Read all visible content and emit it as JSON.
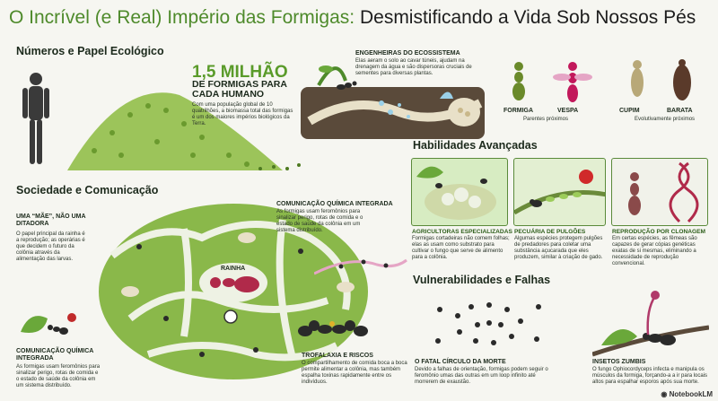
{
  "title": {
    "part1": "O Incrível (e Real) Império das Formigas:",
    "part2": "Desmistificando a Vida Sob Nossos Pés"
  },
  "sections": {
    "numbers": "Números e Papel Ecológico",
    "society": "Sociedade e Comunicação",
    "skills": "Habilidades Avançadas",
    "vulnerabilities": "Vulnerabilidades e Falhas"
  },
  "numbers": {
    "big": "1,5 MILHÃO",
    "sub": "DE FORMIGAS PARA CADA HUMANO",
    "body": "Com uma população global de 10 quatrilhões, a biomassa total das formigas é um dos maiores impérios biológicos da Terra."
  },
  "engineers": {
    "title": "ENGENHEIRAS DO ECOSSISTEMA",
    "body": "Elas aeram o solo ao cavar túneis, ajudam na drenagem da água e são dispersoras cruciais de sementes para diversas plantas."
  },
  "relatives": {
    "items": [
      {
        "name": "FORMIGA",
        "color": "#6a8a2a"
      },
      {
        "name": "VESPA",
        "color": "#c2185b"
      },
      {
        "name": "CUPIM",
        "color": "#8a7a4a"
      },
      {
        "name": "BARATA",
        "color": "#5a3a2a"
      }
    ],
    "close": "Parentes próximos",
    "far": "Evolutivamente próximos"
  },
  "society": {
    "queen_title": "UMA “MÃE”, NÃO UMA DITADORA",
    "queen_body": "O papel principal da rainha é a reprodução; as operárias é que decidem o futuro da colônia através da alimentação das larvas.",
    "queen_label": "RAINHA",
    "chem_top_title": "COMUNICAÇÃO QUÍMICA INTEGRADA",
    "chem_top_body": "As formigas usam feromônios para sinalizar perigo, rotas de comida e o estado de saúde da colônia em um sistema distribuído.",
    "chem_bottom_title": "COMUNICAÇÃO QUÍMICA INTEGRADA",
    "chem_bottom_body": "As formigas usam feromônios para sinalizar perigo, rotas de comida e o estado de saúde da colônia em um sistema distribuído.",
    "troph_title": "TROFALAXIA E RISCOS",
    "troph_body": "O compartilhamento de comida boca a boca permite alimentar a colônia, mas também espalha toxinas rapidamente entre os indivíduos."
  },
  "skills": [
    {
      "title": "AGRICULTORAS ESPECIALIZADAS",
      "body": "Formigas cortadeiras não comem folhas; elas as usam como substrato para cultivar o fungo que serve de alimento para a colônia."
    },
    {
      "title": "PECUÁRIA DE PULGÕES",
      "body": "Algumas espécies protegem pulgões de predadores para coletar uma substância açucarada que eles produzem, similar à criação de gado."
    },
    {
      "title": "REPRODUÇÃO POR CLONAGEM",
      "body": "Em certas espécies, as fêmeas são capazes de gerar cópias genéticas exatas de si mesmas, eliminando a necessidade de reprodução convencional."
    }
  ],
  "vulns": [
    {
      "title": "O FATAL CÍRCULO DA MORTE",
      "body": "Devido a falhas de orientação, formigas podem seguir o feromônio umas das outras em um loop infinito até morrerem de exaustão."
    },
    {
      "title": "INSETOS ZUMBIS",
      "body": "O fungo Ophiocordyceps infecta e manipula os músculos da formiga, forçando-a a ir para locais altos para espalhar esporos após sua morte."
    }
  ],
  "brand": "NotebookLM",
  "colors": {
    "accent": "#5a9b2a",
    "colony": "#8ab84a",
    "dark": "#1d1d1d"
  }
}
